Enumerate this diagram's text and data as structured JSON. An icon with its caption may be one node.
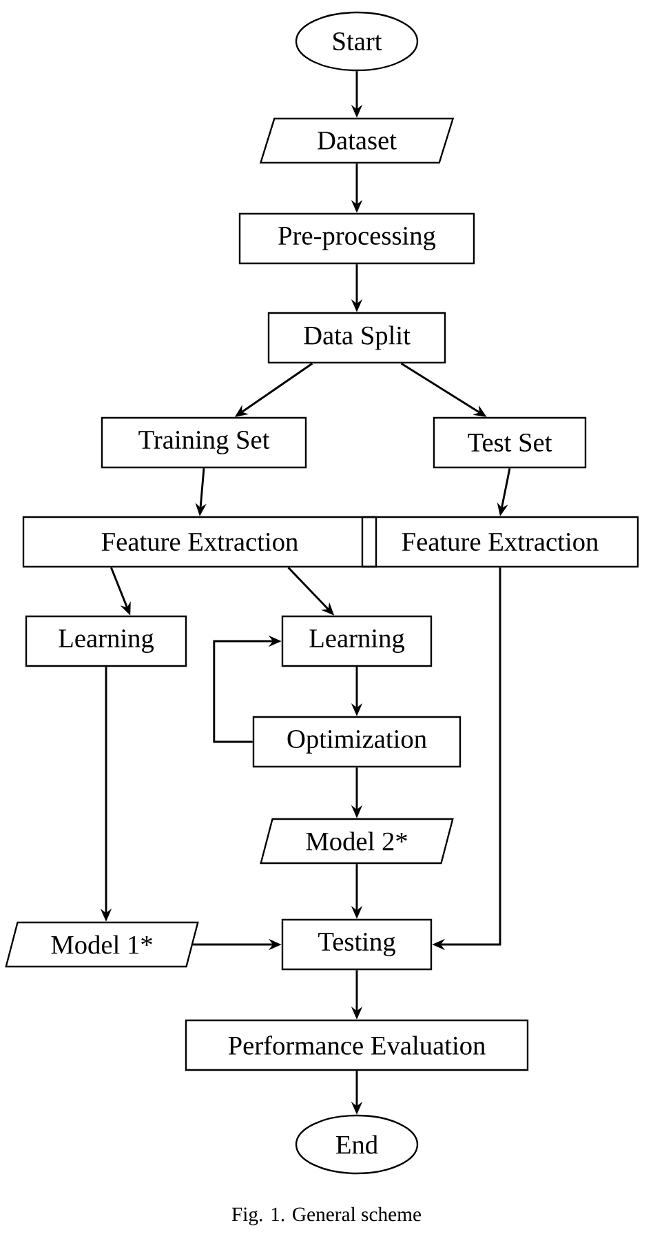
{
  "diagram": {
    "caption": "Fig. 1.  General scheme",
    "nodes": [
      {
        "text": [
          "Start"
        ]
      },
      {
        "text": [
          "Dataset"
        ]
      },
      {
        "text": [
          "Pre-processing"
        ]
      },
      {
        "text": [
          "Data Split"
        ]
      },
      {
        "text": [
          "Training Set"
        ]
      },
      {
        "text": [
          "Test Set"
        ]
      },
      {
        "text": [
          "Feature Extraction"
        ]
      },
      {
        "text": [
          "Feature Extraction"
        ]
      },
      {
        "text": [
          "Learning"
        ]
      },
      {
        "text": [
          "Learning"
        ]
      },
      {
        "text": [
          "Optimization"
        ]
      },
      {
        "text": [
          "Model 2*"
        ]
      },
      {
        "text": [
          "Model 1*"
        ]
      },
      {
        "text": [
          "Testing"
        ]
      },
      {
        "text": [
          "Performance Evaluation"
        ]
      },
      {
        "text": [
          "End"
        ]
      }
    ],
    "edges": [
      {
        "from": 0,
        "to": 1,
        "arrow": "to"
      },
      {
        "from": 1,
        "to": 2,
        "arrow": "to"
      },
      {
        "from": 2,
        "to": 3,
        "arrow": "to"
      },
      {
        "from": 3,
        "to": 4,
        "arrow": "to"
      },
      {
        "from": 3,
        "to": 5,
        "arrow": "to"
      },
      {
        "from": 4,
        "to": 6,
        "arrow": "to"
      },
      {
        "from": 5,
        "to": 7,
        "arrow": "to"
      },
      {
        "from": 6,
        "to": 8,
        "arrow": "to"
      },
      {
        "from": 6,
        "to": 9,
        "arrow": "to"
      },
      {
        "from": 9,
        "to": 10,
        "arrow": "to"
      },
      {
        "from": 10,
        "to": 9,
        "arrow": "to"
      },
      {
        "from": 10,
        "to": 11,
        "arrow": "to"
      },
      {
        "from": 11,
        "to": 13,
        "arrow": "to"
      },
      {
        "from": 8,
        "to": 12,
        "arrow": "to"
      },
      {
        "from": 12,
        "to": 13,
        "arrow": "to"
      },
      {
        "from": 7,
        "to": 13,
        "arrow": "to"
      },
      {
        "from": 13,
        "to": 14,
        "arrow": "to"
      },
      {
        "from": 14,
        "to": 15,
        "arrow": "to"
      }
    ]
  }
}
